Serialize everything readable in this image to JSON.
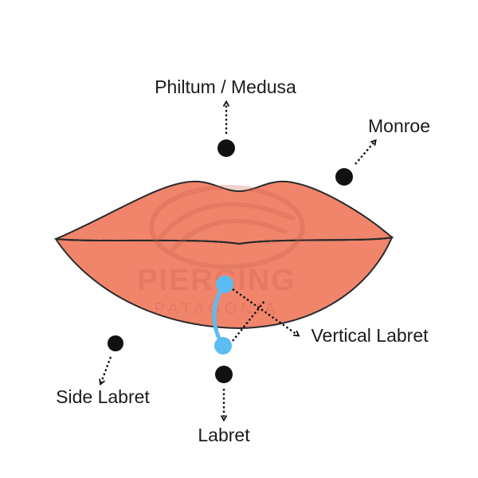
{
  "labels": {
    "philtrum": "Philtum / Medusa",
    "monroe": "Monroe",
    "vertical_labret": "Vertical Labret",
    "side_labret": "Side Labret",
    "labret": "Labret"
  },
  "watermark": {
    "line1": "PIERCING",
    "line2": "PATAGONIA"
  },
  "colors": {
    "lips": "#f0856c",
    "lip_outline": "#2a2a2a",
    "dot": "#111111",
    "jewelry": "#5bbcf2",
    "watermark": "#c9604a"
  }
}
